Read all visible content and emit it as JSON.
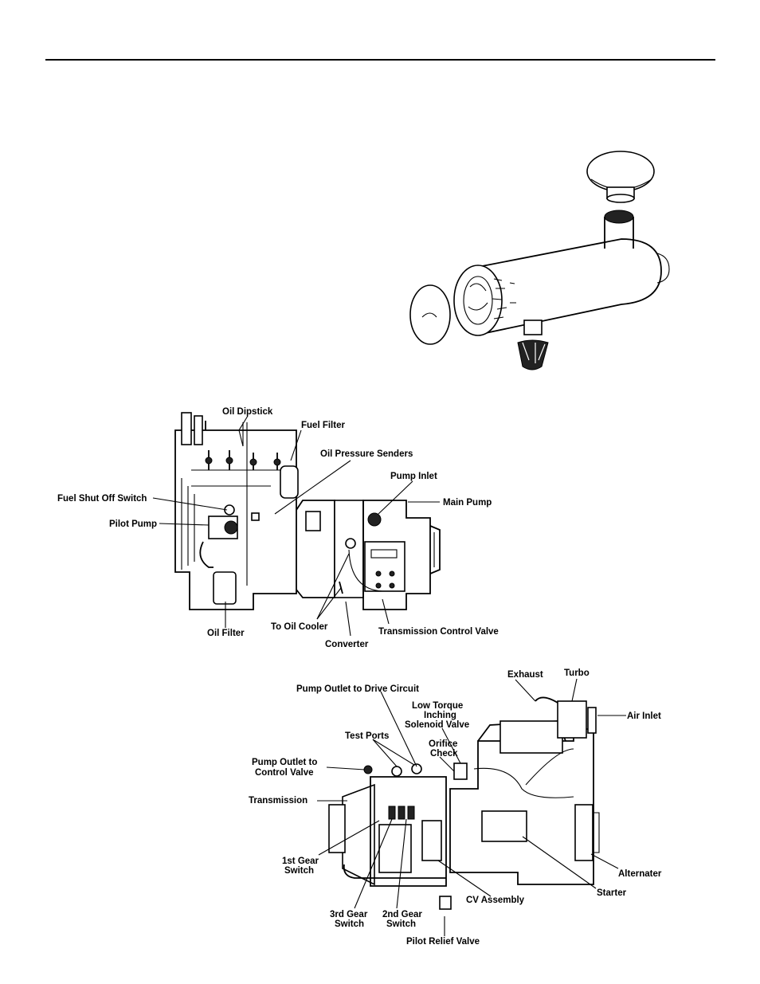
{
  "figure2_labels": {
    "oil_dipstick": "Oil Dipstick",
    "fuel_filter": "Fuel Filter",
    "oil_pressure_senders": "Oil Pressure Senders",
    "pump_inlet": "Pump Inlet",
    "main_pump": "Main Pump",
    "fuel_shut_off_switch": "Fuel Shut Off Switch",
    "pilot_pump": "Pilot Pump",
    "oil_filter": "Oil Filter",
    "to_oil_cooler": "To Oil Cooler",
    "transmission_control_valve": "Transmission Control Valve",
    "converter": "Converter"
  },
  "figure3_labels": {
    "pump_outlet_drive": "Pump Outlet to Drive Circuit",
    "exhaust": "Exhaust",
    "turbo": "Turbo",
    "low_torque_line1": "Low Torque",
    "low_torque_line2": "Inching",
    "low_torque_line3": "Solenoid Valve",
    "air_inlet": "Air Inlet",
    "test_ports": "Test Ports",
    "orifice_line1": "Orifice",
    "orifice_line2": "Check",
    "pump_outlet_control_line1": "Pump Outlet to",
    "pump_outlet_control_line2": "Control Valve",
    "transmission": "Transmission",
    "first_gear_line1": "1st Gear",
    "first_gear_line2": "Switch",
    "alternater": "Alternater",
    "starter": "Starter",
    "cv_assembly": "CV Assembly",
    "third_gear_line1": "3rd Gear",
    "third_gear_line2": "Switch",
    "second_gear_line1": "2nd Gear",
    "second_gear_line2": "Switch",
    "pilot_relief_valve": "Pilot Relief Valve"
  }
}
